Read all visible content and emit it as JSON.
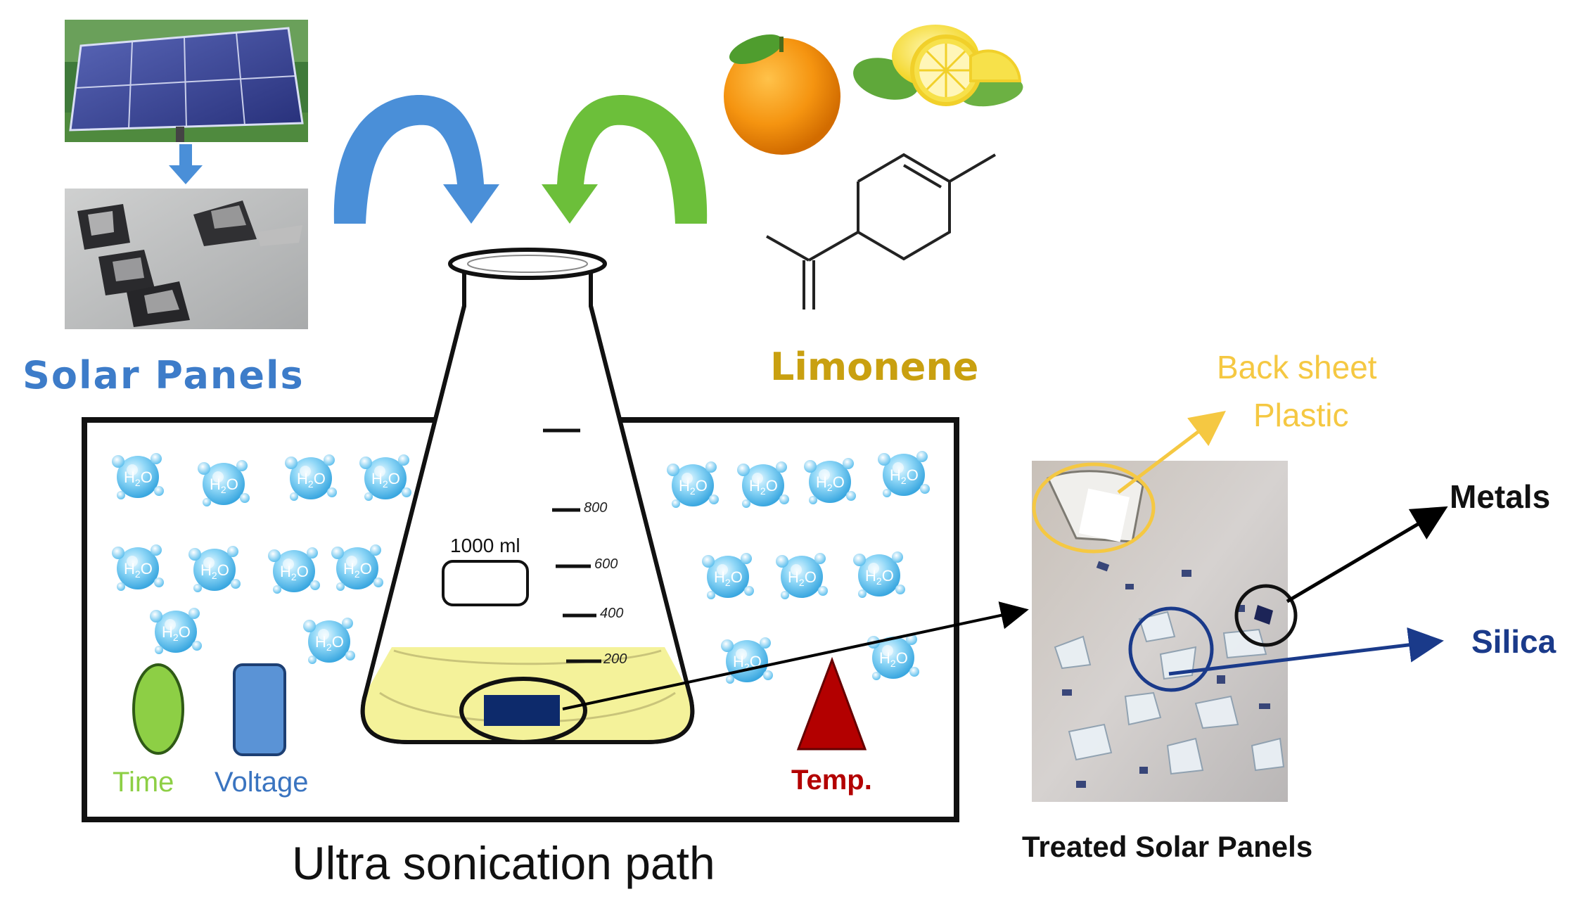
{
  "labels": {
    "solar_panels": "Solar Panels",
    "limonene": "Limonene",
    "time": "Time",
    "voltage": "Voltage",
    "temp": "Temp.",
    "bath_title": "Ultra sonication path",
    "treated": "Treated Solar Panels",
    "back_sheet_line1": "Back sheet",
    "back_sheet_line2": "Plastic",
    "metals": "Metals",
    "silica": "Silica",
    "molecule": "H2O",
    "molecule_base": "H",
    "molecule_sub": "2",
    "molecule_tail": "O"
  },
  "flask": {
    "volume": "1000 ml",
    "marks": [
      "800",
      "600",
      "400",
      "200"
    ]
  },
  "colors": {
    "solar_blue": "#3d7cc9",
    "limonene_gold": "#c9a010",
    "time_green": "#8dcf45",
    "voltage_blue": "#3a74c0",
    "temp_red": "#b30000",
    "back_sheet_yellow": "#f5c842",
    "silica_navy": "#1a3a8a",
    "arrow_blue": "#4a8fd8",
    "arrow_green": "#6cbf3a",
    "liquid": "#f4f29a",
    "sample_navy": "#0d2a6b",
    "molecule_blue": "#6cc8f2"
  },
  "icons": [
    "solar-panel-photo-icon",
    "shredded-panels-photo-icon",
    "orange-icon",
    "lemon-icon",
    "limonene-structure-icon",
    "erlenmeyer-flask-icon",
    "water-molecule-icon",
    "treated-panels-photo-icon"
  ]
}
